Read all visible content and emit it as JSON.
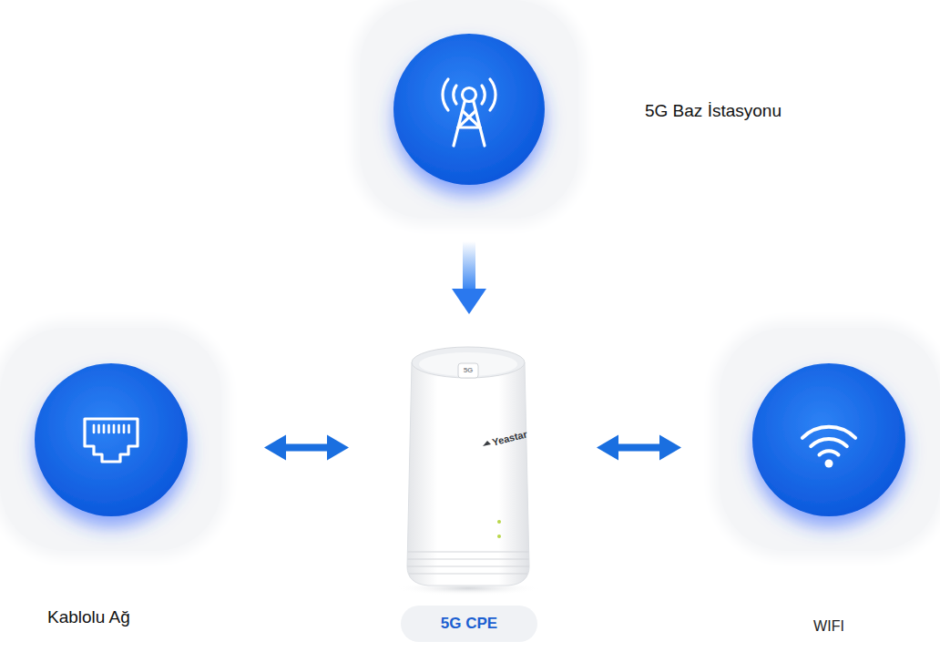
{
  "diagram": {
    "nodes": [
      {
        "text": [
          "5G Baz İstasyonu"
        ]
      },
      {
        "text": [
          "Kablolu Ağ"
        ]
      },
      {
        "text": [
          "5G CPE"
        ]
      },
      {
        "text": [
          "WIFI"
        ]
      }
    ],
    "edges": [
      {
        "from": 0,
        "to": 2,
        "arrow": "to"
      },
      {
        "from": 1,
        "to": 2,
        "arrow": "both"
      },
      {
        "from": 2,
        "to": 3,
        "arrow": "both"
      }
    ],
    "labels": [
      "5G",
      "Yeastar"
    ]
  }
}
